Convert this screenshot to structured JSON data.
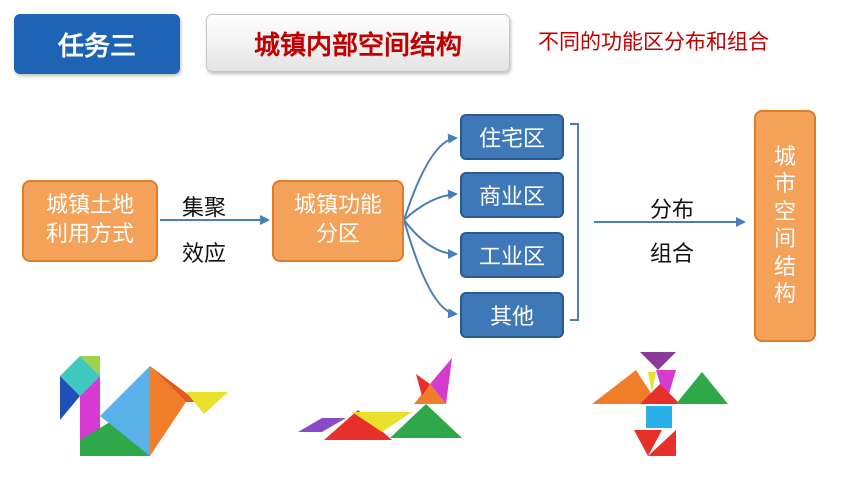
{
  "header": {
    "task_label": "任务三",
    "title": "城镇内部空间结构",
    "subtitle": "不同的功能区分布和组合"
  },
  "diagram": {
    "source_box": [
      "城镇土地",
      "利用方式"
    ],
    "edge1_label": [
      "集聚",
      "效应"
    ],
    "middle_box": [
      "城镇功能",
      "分区"
    ],
    "zones": [
      "住宅区",
      "商业区",
      "工业区",
      "其他"
    ],
    "edge2_label": [
      "分布",
      "组合"
    ],
    "result_box": [
      "城",
      "市",
      "空",
      "间",
      "结",
      "构"
    ]
  },
  "colors": {
    "badge_blue": "#1f64b4",
    "title_red": "#c00000",
    "orange": "#f4a15a",
    "zone_blue": "#3f78b8",
    "connector_blue": "#4a7ebb"
  },
  "illustrations": [
    "tangram-swan",
    "tangram-fox",
    "tangram-bird"
  ]
}
